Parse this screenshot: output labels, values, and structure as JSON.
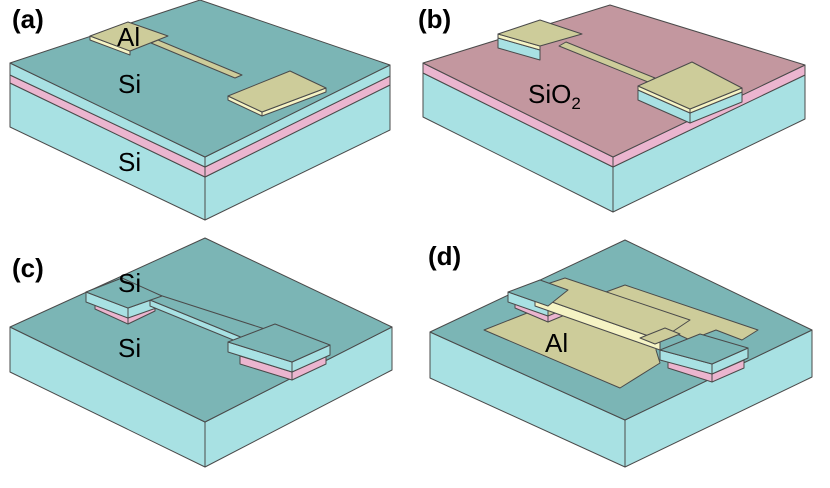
{
  "colors": {
    "si_top": "#7bb5b5",
    "si_side": "#a8e1e3",
    "oxide_top": "#c3979f",
    "oxide_side": "#ebb5cf",
    "al_top": "#cdcc9a",
    "al_side": "#f5f3c4",
    "outline": "#4a4a4a"
  },
  "panels": {
    "a": {
      "label": "(a)",
      "al": "Al",
      "si_top": "Si",
      "si_bottom": "Si"
    },
    "b": {
      "label": "(b)",
      "oxide_main": "SiO",
      "oxide_sub": "2"
    },
    "c": {
      "label": "(c)",
      "si_top": "Si",
      "si_bottom": "Si"
    },
    "d": {
      "label": "(d)",
      "al": "Al"
    }
  }
}
